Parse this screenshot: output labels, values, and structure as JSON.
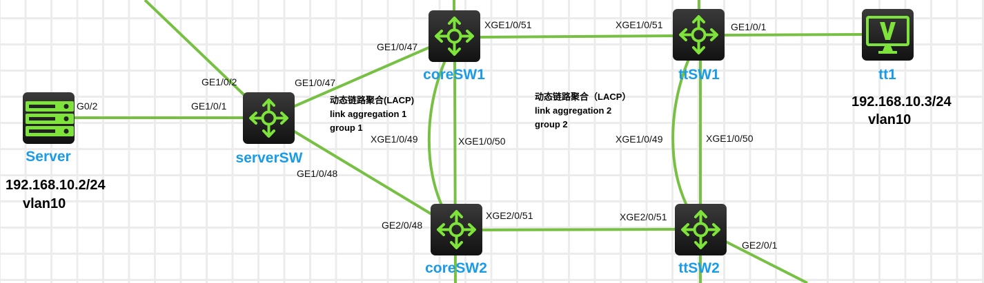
{
  "colors": {
    "link": "#77c043",
    "device_name": "#1a9be8",
    "icon": "#7ee33a"
  },
  "devices": {
    "server": {
      "name": "Server",
      "icon": "server-icon",
      "ip": "192.168.10.2/24",
      "vlan": "vlan10"
    },
    "serverSW": {
      "name": "serverSW",
      "icon": "switch-icon"
    },
    "coreSW1": {
      "name": "coreSW1",
      "icon": "switch-icon"
    },
    "coreSW2": {
      "name": "coreSW2",
      "icon": "switch-icon"
    },
    "ttSW1": {
      "name": "ttSW1",
      "icon": "switch-icon"
    },
    "ttSW2": {
      "name": "ttSW2",
      "icon": "switch-icon"
    },
    "tt1": {
      "name": "tt1",
      "icon": "monitor-icon",
      "ip": "192.168.10.3/24",
      "vlan": "vlan10"
    }
  },
  "ports": {
    "serverSW_up": "GE1/0/2",
    "serverSW_core1": "GE1/0/47",
    "server_g": "G0/2",
    "serverSW_server": "GE1/0/1",
    "serverSW_core2": "GE1/0/48",
    "core1_serverSW": "GE1/0/47",
    "core1_tt": "XGE1/0/51",
    "tt1sw_core": "XGE1/0/51",
    "ttsw1_tt1": "GE1/0/1",
    "core1_49": "XGE1/0/49",
    "core1_50": "XGE1/0/50",
    "ttsw1_49": "XGE1/0/49",
    "ttsw1_50": "XGE1/0/50",
    "core2_serverSW": "GE2/0/48",
    "core2_tt": "XGE2/0/51",
    "ttsw2_core": "XGE2/0/51",
    "ttsw2_down": "GE2/0/1"
  },
  "notes": {
    "lacp1": [
      "动态链路聚合(LACP)",
      "link aggregation 1",
      "group 1"
    ],
    "lacp2": [
      "动态链路聚合（LACP）",
      "link aggregation 2",
      "group 2"
    ]
  }
}
